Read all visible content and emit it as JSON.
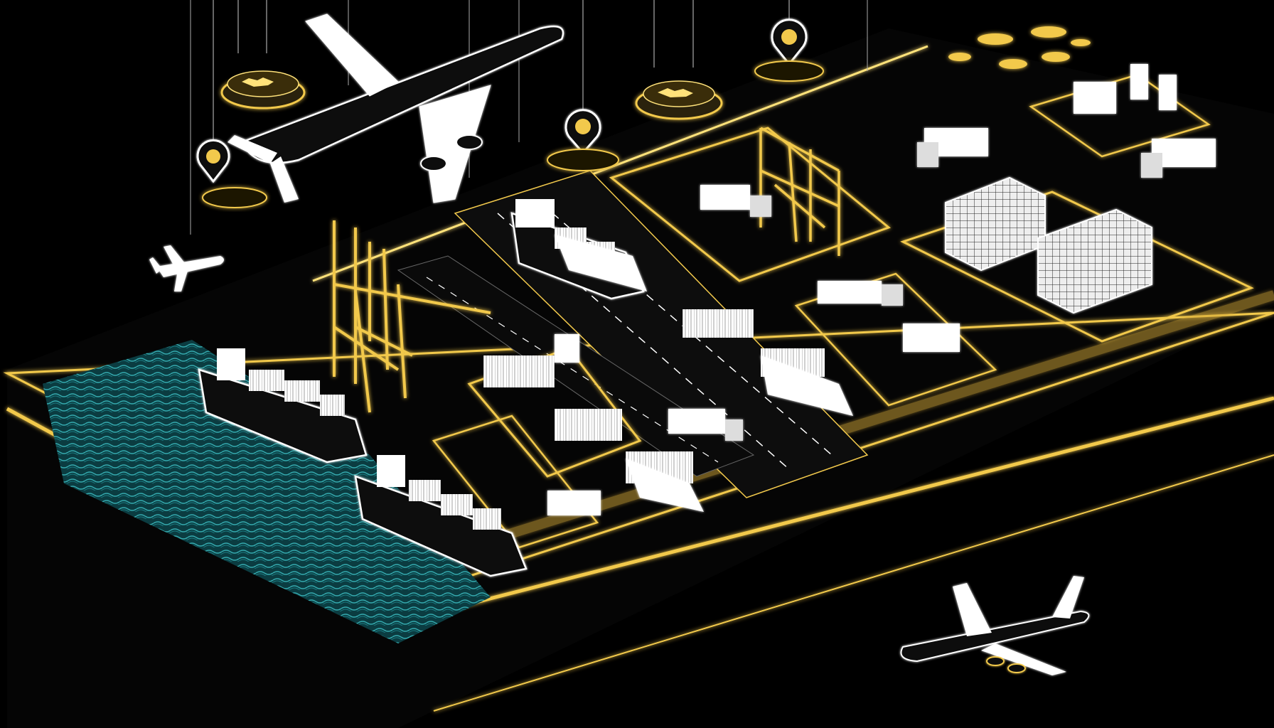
{
  "scene": {
    "kind": "isometric-logistics-port-illustration",
    "colors": {
      "background": "#000000",
      "gold": "#f2c94c",
      "gold_bright": "#ffe27a",
      "white": "#ffffff",
      "water": "#1f8f95"
    },
    "icons": {
      "hanging_pins": [
        "worker-pin-icon",
        "globe-disc-icon",
        "world-disc-icon",
        "person-pin-icon",
        "globe-disc-icon-2"
      ],
      "aircraft": [
        "large-airliner",
        "small-plane",
        "plane-on-runway"
      ],
      "vehicles": [
        "container-ship-1",
        "container-ship-2",
        "gantry-crane-1",
        "gantry-crane-2",
        "gantry-crane-3",
        "trucks",
        "warehouses",
        "drones"
      ]
    }
  }
}
